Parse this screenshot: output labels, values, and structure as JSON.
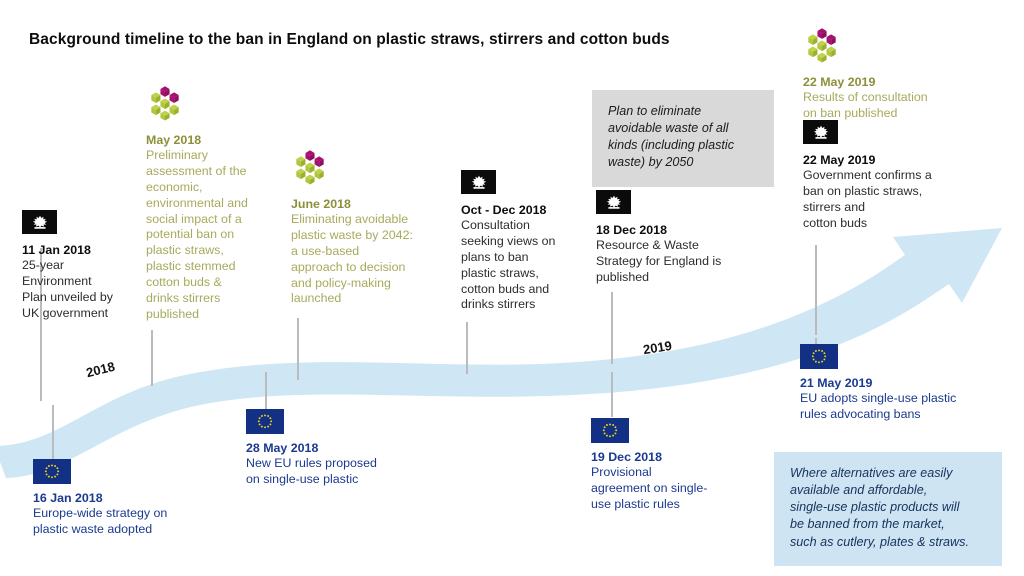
{
  "title": "Background timeline to the ban in England on plastic straws, stirrers and cotton buds",
  "colors": {
    "arrow": "#cfe6f4",
    "gov_badge": "#0b0b0b",
    "defra_green": "#b2c63d",
    "defra_magenta": "#a8106e",
    "eu_blue": "#123184",
    "eu_star": "#f5d313",
    "defra_text": "#a8aa5c",
    "defra_date": "#8d8f3a",
    "eu_text": "#1b3a8f",
    "callout_grey": "#d9d9d9",
    "callout_blue": "#cfe4f2",
    "stem": "#b9bcbf"
  },
  "year_labels": [
    {
      "text": "2018"
    },
    {
      "text": "2019"
    }
  ],
  "events": [
    {
      "id": "jan-11-2018",
      "icon": "govuk-crown-icon",
      "source": "gov",
      "date": "11 Jan 2018",
      "body": "25-year\nEnvironment\nPlan unveiled by\nUK government"
    },
    {
      "id": "may-2018",
      "icon": "defra-hexagon-icon",
      "source": "defra",
      "date": "May 2018",
      "body": "Preliminary\nassessment of the\neconomic,\nenvironmental and\nsocial impact of a\npotential ban on\nplastic straws,\nplastic stemmed\ncotton buds &\ndrinks stirrers\npublished"
    },
    {
      "id": "june-2018",
      "icon": "defra-hexagon-icon",
      "source": "defra",
      "date": "June 2018",
      "body": "Eliminating  avoidable\nplastic waste by 2042:\na use-based\napproach to decision\nand policy-making\nlaunched"
    },
    {
      "id": "oct-dec-2018",
      "icon": "govuk-crown-icon",
      "source": "gov",
      "date": "Oct - Dec 2018",
      "body": "Consultation\nseeking views on\nplans to ban\nplastic straws,\ncotton buds and\ndrinks stirrers"
    },
    {
      "id": "dec-18-2018",
      "icon": "govuk-crown-icon",
      "source": "gov",
      "date": "18 Dec 2018",
      "body": "Resource & Waste\nStrategy for England is\npublished"
    },
    {
      "id": "may-22-2019-defra",
      "icon": "defra-hexagon-icon",
      "source": "defra",
      "date": "22 May 2019",
      "body": "Results of consultation\non ban published"
    },
    {
      "id": "may-22-2019-gov",
      "icon": "govuk-crown-icon",
      "source": "gov",
      "date": "22 May 2019",
      "body": "Government confirms  a\nban on plastic straws,\nstirrers and\ncotton buds"
    },
    {
      "id": "jan-16-2018-eu",
      "icon": "eu-flag-icon",
      "source": "eu",
      "date": "16 Jan 2018",
      "body": "Europe-wide strategy on\nplastic waste adopted"
    },
    {
      "id": "may-28-2018-eu",
      "icon": "eu-flag-icon",
      "source": "eu",
      "date": "28 May 2018",
      "body": "New EU rules proposed\non single-use plastic"
    },
    {
      "id": "dec-19-2018-eu",
      "icon": "eu-flag-icon",
      "source": "eu",
      "date": "19 Dec 2018",
      "body": "Provisional\nagreement on single-\nuse plastic rules"
    },
    {
      "id": "may-21-2019-eu",
      "icon": "eu-flag-icon",
      "source": "eu",
      "date": "21 May 2019",
      "body": "EU adopts single-use plastic\nrules advocating bans"
    }
  ],
  "callouts": [
    {
      "id": "grey-callout",
      "text": "Plan to eliminate\navoidable waste of all\nkinds (including  plastic\nwaste) by 2050"
    },
    {
      "id": "blue-callout",
      "text": "Where alternatives are easily\navailable and affordable,\nsingle-use plastic products will\nbe banned from the market,\nsuch as cutlery, plates & straws."
    }
  ]
}
